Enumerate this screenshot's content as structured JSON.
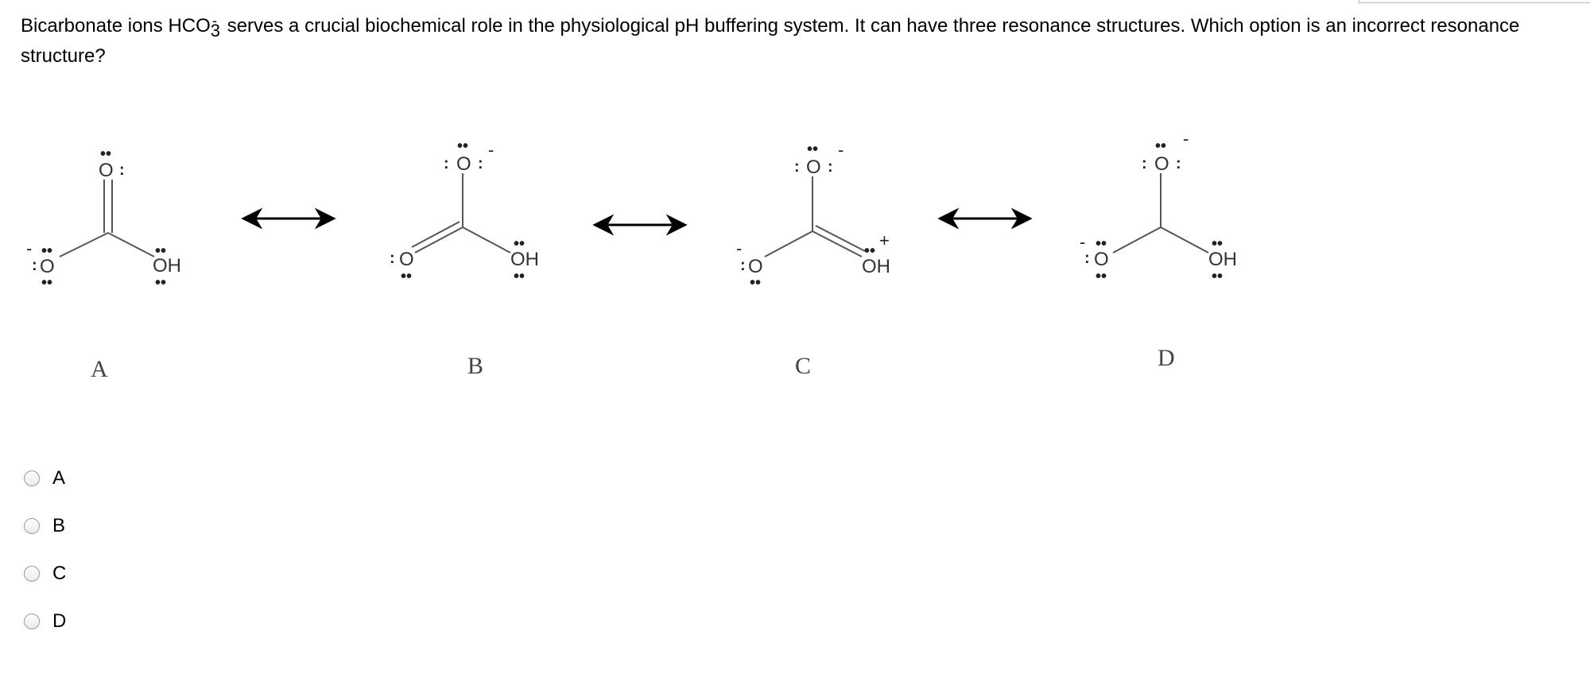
{
  "question": {
    "text_before": "Bicarbonate ions HCO",
    "subscript": "3",
    "superscript": "-",
    "text_after": "serves a crucial biochemical role in the physiological pH buffering system. It can have three resonance structures. Which option is an incorrect resonance structure?"
  },
  "diagram": {
    "atoms": {
      "oxygen": "O",
      "hydroxyl": "OH",
      "lone_pair": "••",
      "lone_pair_v": ":",
      "negative": "-",
      "positive": "+"
    },
    "structures": [
      {
        "letter": "A"
      },
      {
        "letter": "B"
      },
      {
        "letter": "C"
      },
      {
        "letter": "D"
      }
    ]
  },
  "options": [
    {
      "label": "A"
    },
    {
      "label": "B"
    },
    {
      "label": "C"
    },
    {
      "label": "D"
    }
  ]
}
